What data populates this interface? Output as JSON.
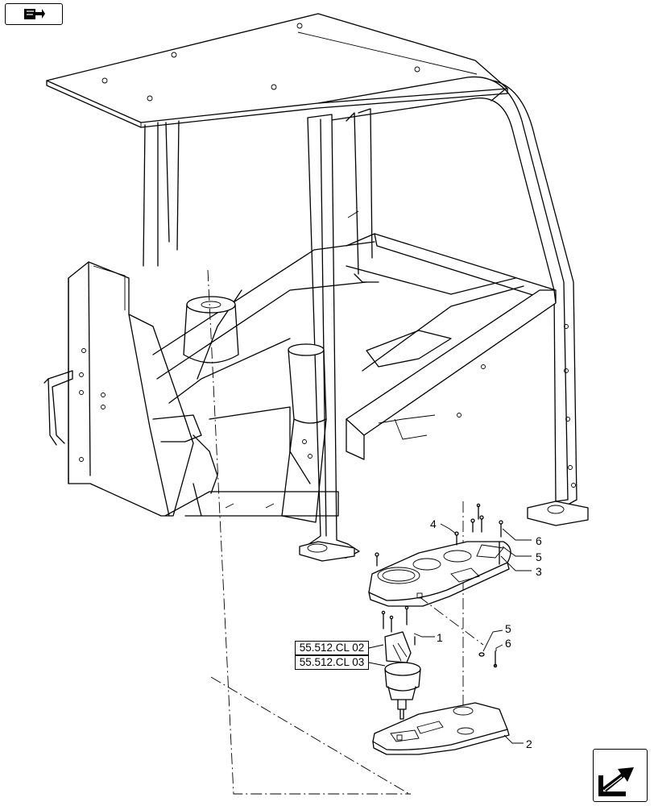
{
  "references": {
    "ref_1": "55.512.CL 02",
    "ref_2": "55.512.CL 03"
  },
  "callouts": {
    "c1": "1",
    "c2": "2",
    "c3": "3",
    "c4": "4",
    "c5a": "5",
    "c5b": "5",
    "c6a": "6",
    "c6b": "6"
  },
  "icons": {
    "top_left": "book-arrow-icon",
    "bottom_right": "next-page-arrow-icon"
  }
}
